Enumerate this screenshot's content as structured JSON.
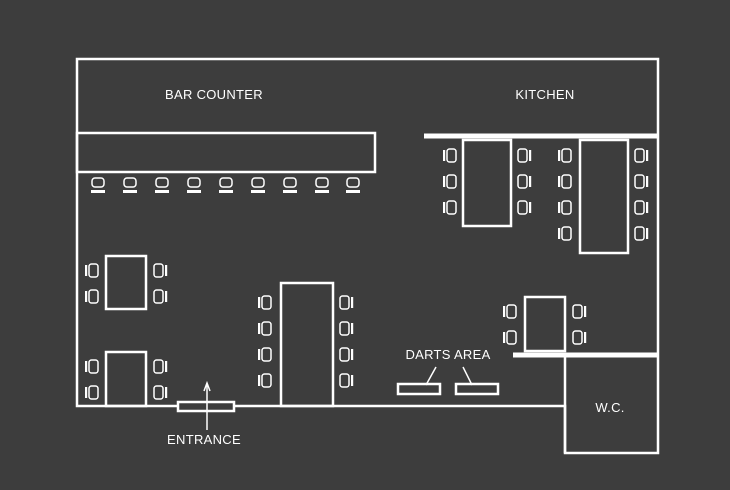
{
  "labels": {
    "bar_counter": "BAR COUNTER",
    "kitchen": "KITCHEN",
    "darts_area": "DARTS AREA",
    "wc": "W.C.",
    "entrance": "ENTRANCE"
  },
  "colors": {
    "background": "#3d3d3d",
    "lines": "#ffffff"
  },
  "icons": {
    "seat": "chair-icon",
    "bar_stool": "bar-stool-icon",
    "dartboard": "dartboard-icon",
    "door": "door-icon"
  },
  "counts": {
    "bar_stools": 9,
    "tables": 6,
    "dartboards": 2
  }
}
